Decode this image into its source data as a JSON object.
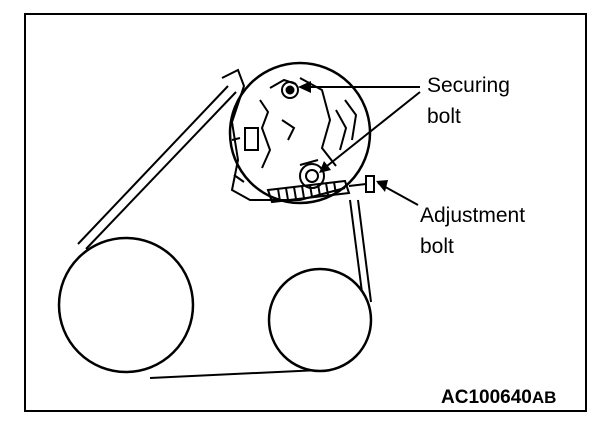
{
  "labels": {
    "securing_bolt": [
      "Securing",
      "bolt"
    ],
    "adjustment_bolt": [
      "Adjustment",
      "bolt"
    ]
  },
  "figure_code": {
    "main": "AC100640",
    "suffix": "AB"
  }
}
